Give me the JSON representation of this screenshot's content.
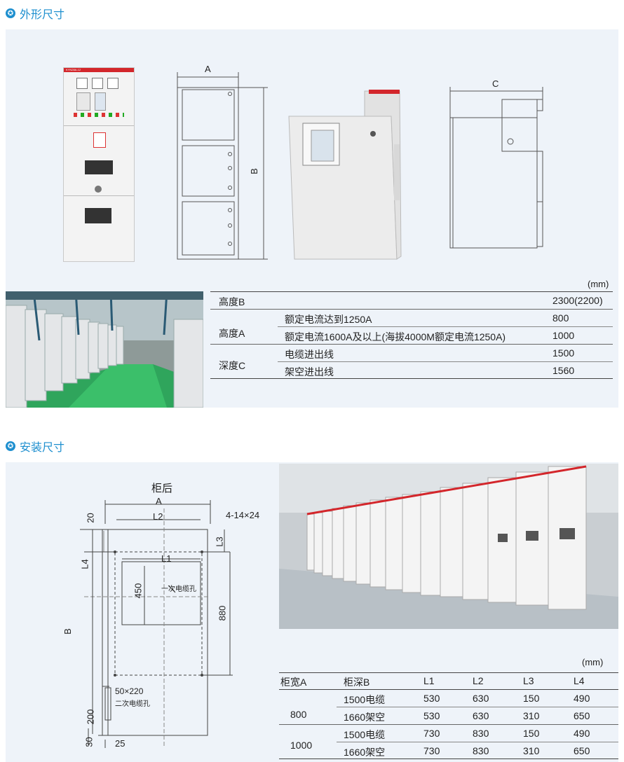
{
  "sections": {
    "exterior_title": "外形尺寸",
    "install_title": "安装尺寸"
  },
  "cabinet_front": {
    "brand_label": "KYN28A-12"
  },
  "dims_top": {
    "a": "A",
    "b": "B",
    "c": "C"
  },
  "exterior_table": {
    "unit": "(mm)",
    "rows": [
      {
        "group": "高度B",
        "desc": "",
        "value": "2300(2200)"
      },
      {
        "group": "高度A",
        "desc": "额定电流达到1250A",
        "value": "800"
      },
      {
        "group": "",
        "desc": "额定电流1600A及以上(海拔4000M额定电流1250A)",
        "value": "1000"
      },
      {
        "group": "深度C",
        "desc": "电缆进出线",
        "value": "1500"
      },
      {
        "group": "",
        "desc": "架空进出线",
        "value": "1560"
      }
    ]
  },
  "install_drawing": {
    "title": "柜后",
    "a": "A",
    "l2": "L2",
    "l1": "L1",
    "l3": "L3",
    "l4": "L4",
    "b": "B",
    "d20": "20",
    "d450": "450",
    "d880": "880",
    "d200": "200",
    "d30": "30",
    "d25": "25",
    "holes": "4-14×24",
    "primary_hole": "一次电缆孔",
    "secondary_size": "50×220",
    "secondary_hole": "二次电缆孔"
  },
  "install_table": {
    "unit": "(mm)",
    "headers": [
      "柜宽A",
      "柜深B",
      "L1",
      "L2",
      "L3",
      "L4"
    ],
    "rows": [
      {
        "width": "",
        "depth": "1500电缆",
        "l1": "530",
        "l2": "630",
        "l3": "150",
        "l4": "490"
      },
      {
        "width": "800",
        "depth": "1660架空",
        "l1": "530",
        "l2": "630",
        "l3": "310",
        "l4": "650"
      },
      {
        "width": "",
        "depth": "1500电缆",
        "l1": "730",
        "l2": "830",
        "l3": "150",
        "l4": "490"
      },
      {
        "width": "1000",
        "depth": "1660架空",
        "l1": "730",
        "l2": "830",
        "l3": "310",
        "l4": "650"
      }
    ]
  }
}
